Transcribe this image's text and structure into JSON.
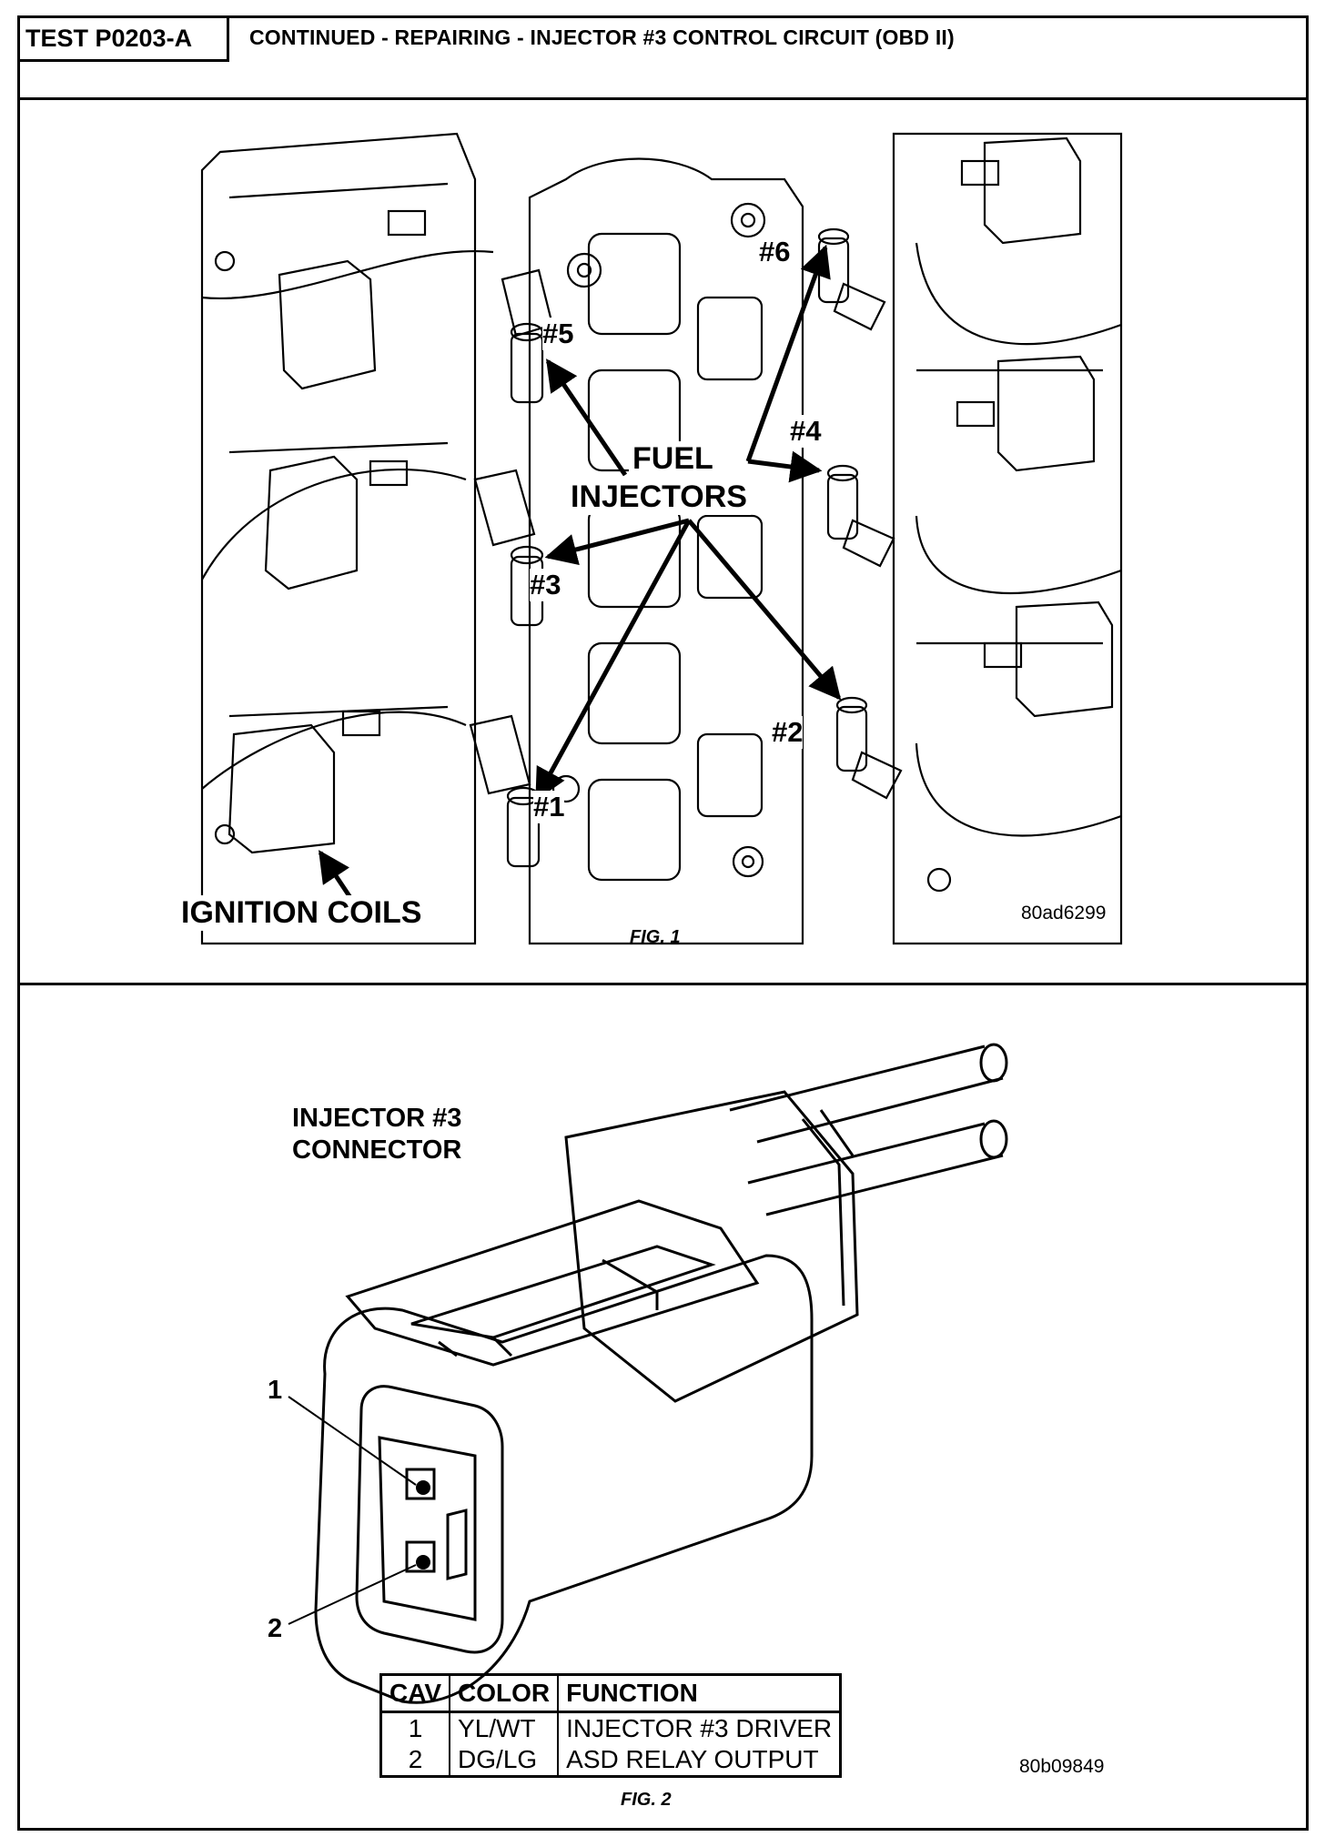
{
  "header": {
    "test_id": "TEST P0203-A",
    "title": "CONTINUED - REPAIRING - INJECTOR #3 CONTROL CIRCUIT (OBD II)"
  },
  "fig1": {
    "labels": {
      "fuel_injectors_line1": "FUEL",
      "fuel_injectors_line2": "INJECTORS",
      "ignition_coils": "IGNITION COILS",
      "inj1": "#1",
      "inj2": "#2",
      "inj3": "#3",
      "inj4": "#4",
      "inj5": "#5",
      "inj6": "#6"
    },
    "code": "80ad6299",
    "caption": "FIG. 1"
  },
  "fig2": {
    "connector_title_line1": "INJECTOR #3",
    "connector_title_line2": "CONNECTOR",
    "pin1": "1",
    "pin2": "2",
    "table": {
      "headers": [
        "CAV",
        "COLOR",
        "FUNCTION"
      ],
      "rows": [
        {
          "cav": "1",
          "color": "YL/WT",
          "function": "INJECTOR #3 DRIVER"
        },
        {
          "cav": "2",
          "color": "DG/LG",
          "function": "ASD RELAY OUTPUT"
        }
      ]
    },
    "code": "80b09849",
    "caption": "FIG. 2"
  }
}
